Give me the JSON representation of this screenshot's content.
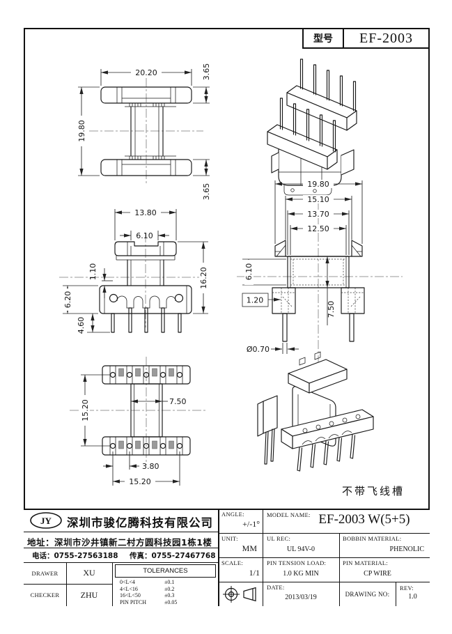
{
  "sheet": {
    "model_tag": {
      "label": "型号",
      "value": "EF-2003"
    },
    "note": "不带飞线槽"
  },
  "dims": {
    "side": {
      "width": "20.20",
      "height": "19.80",
      "flange_top": "3.65",
      "flange_bottom": "3.65"
    },
    "front": {
      "flange_width": "13.80",
      "tube_width": "6.10",
      "seat": "1.10",
      "base_height": "6.20",
      "pin_length": "4.60",
      "total_height": "16.20"
    },
    "plan": {
      "row_span": "15.20",
      "tube": "7.50",
      "pin_pitch": "3.80",
      "row_width": "15.20"
    },
    "profile": {
      "overall": "19.80",
      "flange_span": "15.10",
      "tube_outer": "13.70",
      "window": "12.50",
      "window_h": "6.10",
      "slot": "1.20",
      "depth": "7.50",
      "pin_dia": "Ø0.70"
    }
  },
  "title_block": {
    "company": {
      "logo": "JY",
      "name": "深圳市骏亿腾科技有限公司"
    },
    "address": "地址：深圳市沙井镇新二村方圆科技园1栋1楼",
    "phone": "电话：0755-27563188",
    "fax": "传真：0755-27467768",
    "drawer": {
      "label": "DRAWER",
      "value": "XU"
    },
    "checker": {
      "label": "CHECKER",
      "value": "ZHU"
    },
    "tolerances": {
      "title": "TOLERANCES",
      "rows": [
        {
          "range": "0<L<4",
          "tol": "±0.1"
        },
        {
          "range": "4<L<16",
          "tol": "±0.2"
        },
        {
          "range": "16<L<50",
          "tol": "±0.3"
        },
        {
          "range": "PIN PITCH",
          "tol": "±0.05"
        }
      ]
    },
    "angle": {
      "label": "ANGLE:",
      "value": "+/-1°"
    },
    "unit": {
      "label": "UNIT:",
      "value": "MM"
    },
    "scale": {
      "label": "SCALE:",
      "value": "1/1"
    },
    "model_name": {
      "label": "MODEL NAME:",
      "value": "EF-2003 W(5+5)"
    },
    "ul_rec": {
      "label": "UL REC:",
      "value": "UL 94V-0"
    },
    "bobbin_material": {
      "label": "BOBBIN MATERIAL:",
      "value": "PHENOLIC"
    },
    "pin_tension": {
      "label": "PIN TENSION LOAD:",
      "value": "1.0 KG MIN"
    },
    "pin_material": {
      "label": "PIN MATERIAL:",
      "value": "CP WIRE"
    },
    "date": {
      "label": "DATE:",
      "value": "2013/03/19"
    },
    "drawing_no": {
      "label": "DRAWING NO:",
      "value": ""
    },
    "rev": {
      "label": "REV:",
      "value": "1.0"
    }
  }
}
